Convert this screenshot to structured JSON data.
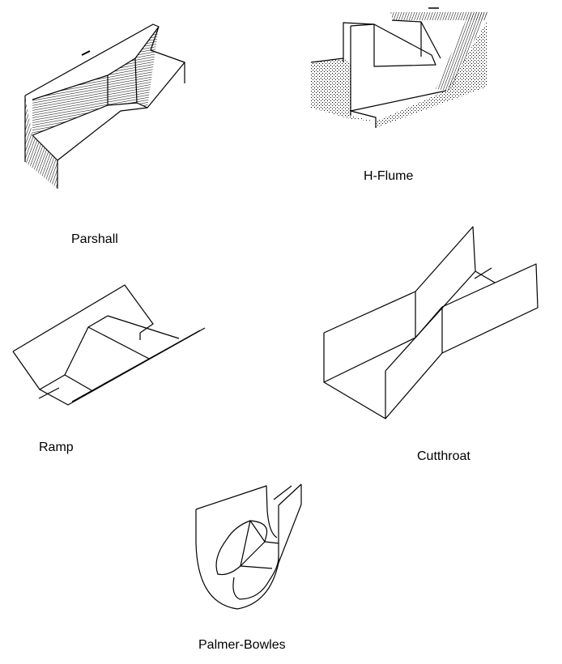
{
  "labels": {
    "parshall": "Parshall",
    "h_flume": "H-Flume",
    "ramp": "Ramp",
    "cutthroat": "Cutthroat",
    "palmer_bowles": "Palmer-Bowles"
  },
  "colors": {
    "line": "#000000",
    "background": "#ffffff"
  }
}
